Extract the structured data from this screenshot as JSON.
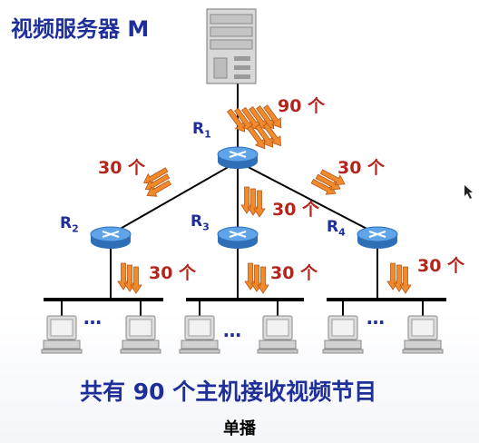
{
  "title": "视频服务器 M",
  "caption": "共有 90 个主机接收视频节目",
  "subcaption": "单播",
  "flow_counts": {
    "server_to_r1": "90 个",
    "r1_to_r2": "30 个",
    "r1_to_r3": "30 个",
    "r1_to_r4": "30 个",
    "r2_to_lan": "30 个",
    "r3_to_lan": "30 个",
    "r4_to_lan": "30 个"
  },
  "routers": [
    {
      "letter": "R",
      "sub": "1"
    },
    {
      "letter": "R",
      "sub": "2"
    },
    {
      "letter": "R",
      "sub": "3"
    },
    {
      "letter": "R",
      "sub": "4"
    }
  ],
  "ellipsis": "…",
  "colors": {
    "heading": "#1f2f9a",
    "count_text": "#b3261e",
    "arrow_fill": "#f08a2a",
    "arrow_stroke": "#b8561a",
    "router": "#4d8fd6",
    "link": "#000000"
  }
}
